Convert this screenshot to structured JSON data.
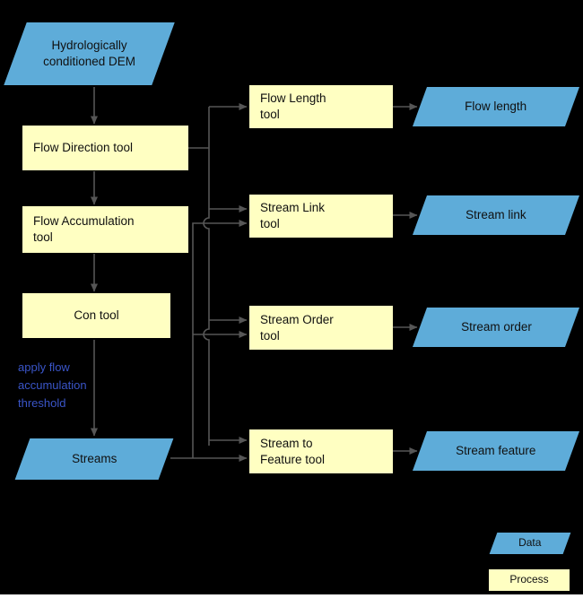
{
  "colors": {
    "data_fill": "#5EACD9",
    "process_fill": "#FFFFC2",
    "connector": "#565656",
    "annotation": "#3A55C8",
    "background": "#000000",
    "shape_text": "#101010"
  },
  "nodes": {
    "dem": [
      "Hydrologically",
      "conditioned DEM"
    ],
    "flow_direction": [
      "Flow Direction tool"
    ],
    "flow_accumulation": [
      "Flow Accumulation",
      "tool"
    ],
    "con": [
      "Con tool"
    ],
    "streams": [
      "Streams"
    ],
    "flow_length_tool": [
      "Flow Length",
      "tool"
    ],
    "stream_link_tool": [
      "Stream Link",
      "tool"
    ],
    "stream_order_tool": [
      "Stream Order",
      "tool"
    ],
    "stream_to_feature_tool": [
      "Stream to",
      "Feature tool"
    ],
    "flow_length": [
      "Flow length"
    ],
    "stream_link": [
      "Stream link"
    ],
    "stream_order": [
      "Stream order"
    ],
    "stream_feature": [
      "Stream feature"
    ]
  },
  "annotation": [
    "apply flow",
    "accumulation",
    "threshold"
  ],
  "legend": {
    "data": "Data",
    "process": "Process"
  },
  "edges": [
    {
      "from": "dem",
      "to": "flow_direction"
    },
    {
      "from": "flow_direction",
      "to": "flow_accumulation"
    },
    {
      "from": "flow_accumulation",
      "to": "con"
    },
    {
      "from": "con",
      "to": "streams",
      "label": "apply flow accumulation threshold"
    },
    {
      "from": "flow_direction",
      "to": "flow_length_tool"
    },
    {
      "from": "flow_direction",
      "to": "stream_link_tool"
    },
    {
      "from": "flow_direction",
      "to": "stream_order_tool"
    },
    {
      "from": "flow_direction",
      "to": "stream_to_feature_tool"
    },
    {
      "from": "streams",
      "to": "stream_link_tool"
    },
    {
      "from": "streams",
      "to": "stream_order_tool"
    },
    {
      "from": "streams",
      "to": "stream_to_feature_tool"
    },
    {
      "from": "flow_length_tool",
      "to": "flow_length"
    },
    {
      "from": "stream_link_tool",
      "to": "stream_link"
    },
    {
      "from": "stream_order_tool",
      "to": "stream_order"
    },
    {
      "from": "stream_to_feature_tool",
      "to": "stream_feature"
    }
  ]
}
